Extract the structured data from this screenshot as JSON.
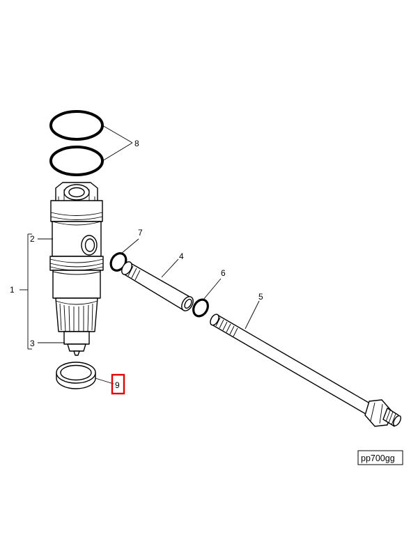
{
  "callouts": {
    "c1": "1",
    "c2": "2",
    "c3": "3",
    "c4": "4",
    "c5": "5",
    "c6": "6",
    "c7": "7",
    "c8": "8",
    "c9": "9"
  },
  "reference_code": "pp700gg",
  "highlight_color": "#e00000"
}
